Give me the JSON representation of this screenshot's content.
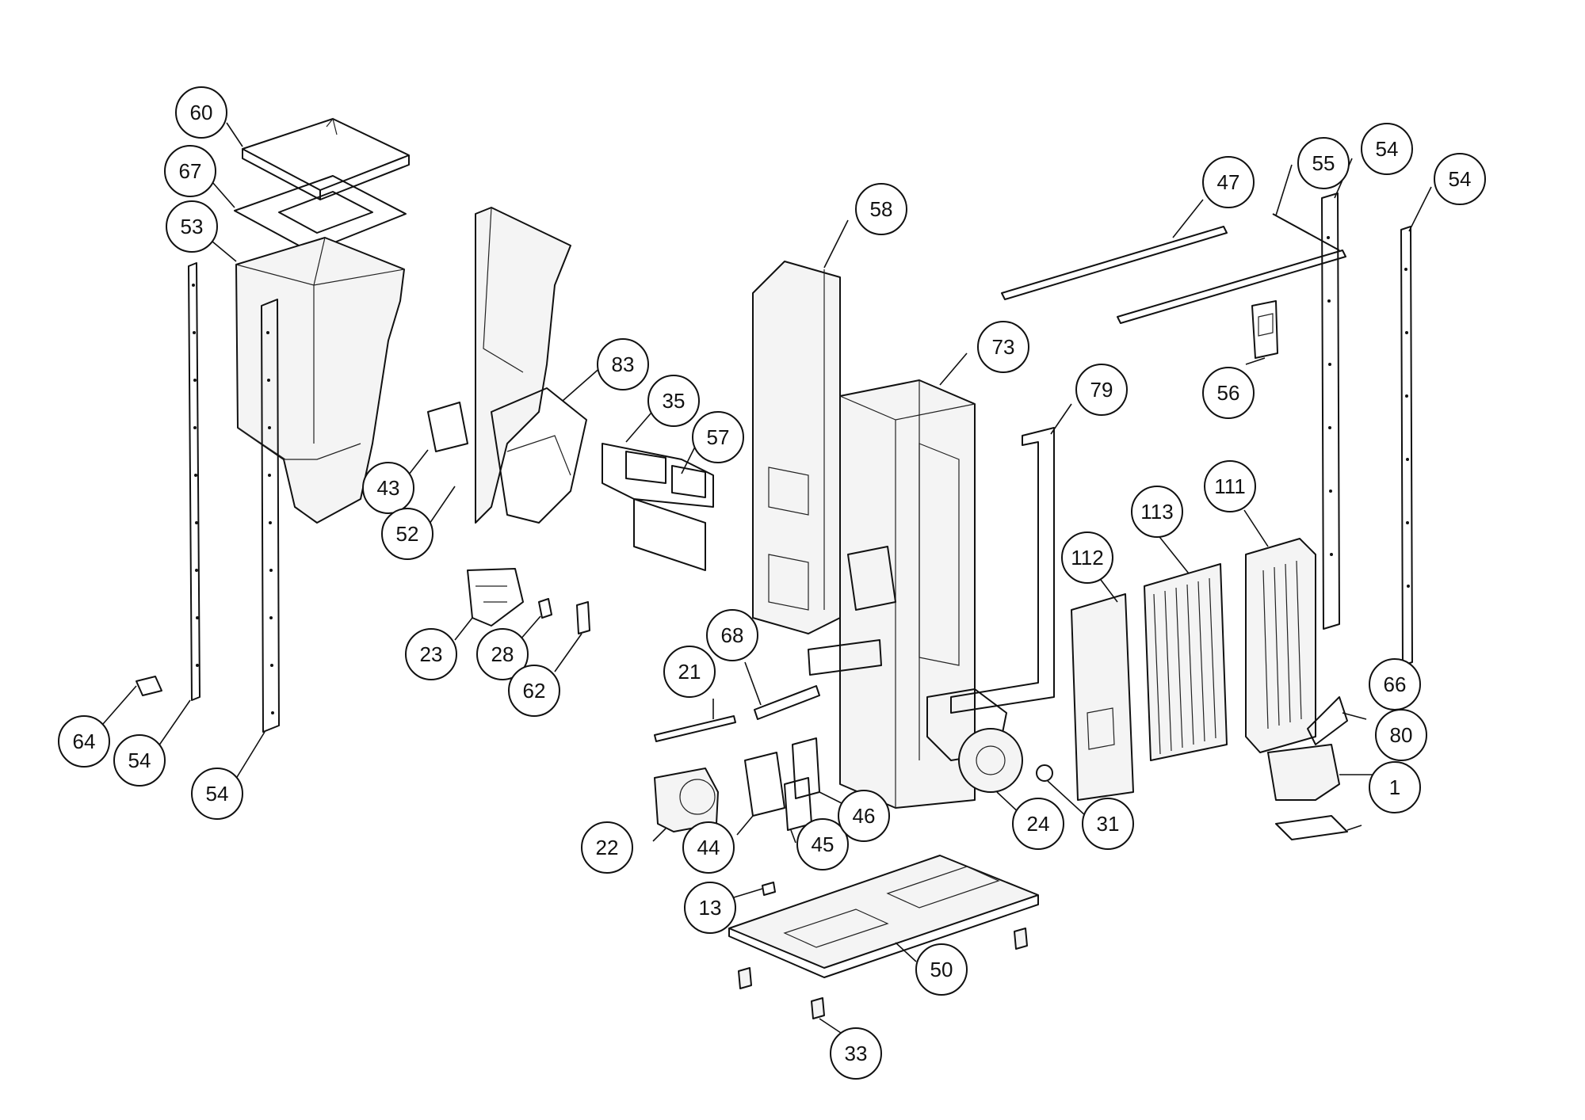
{
  "diagram": {
    "type": "exploded-parts-diagram",
    "callouts": [
      {
        "id": "c60",
        "label": "60"
      },
      {
        "id": "c67",
        "label": "67"
      },
      {
        "id": "c53",
        "label": "53"
      },
      {
        "id": "c43",
        "label": "43"
      },
      {
        "id": "c52",
        "label": "52"
      },
      {
        "id": "c83",
        "label": "83"
      },
      {
        "id": "c35",
        "label": "35"
      },
      {
        "id": "c57",
        "label": "57"
      },
      {
        "id": "c23",
        "label": "23"
      },
      {
        "id": "c28",
        "label": "28"
      },
      {
        "id": "c62",
        "label": "62"
      },
      {
        "id": "c64",
        "label": "64"
      },
      {
        "id": "c54a",
        "label": "54"
      },
      {
        "id": "c54b",
        "label": "54"
      },
      {
        "id": "c58",
        "label": "58"
      },
      {
        "id": "c73",
        "label": "73"
      },
      {
        "id": "c79",
        "label": "79"
      },
      {
        "id": "c47",
        "label": "47"
      },
      {
        "id": "c55",
        "label": "55"
      },
      {
        "id": "c54c",
        "label": "54"
      },
      {
        "id": "c54d",
        "label": "54"
      },
      {
        "id": "c56",
        "label": "56"
      },
      {
        "id": "c112",
        "label": "112"
      },
      {
        "id": "c113",
        "label": "113"
      },
      {
        "id": "c111",
        "label": "111"
      },
      {
        "id": "c66",
        "label": "66"
      },
      {
        "id": "c80",
        "label": "80"
      },
      {
        "id": "c1",
        "label": "1"
      },
      {
        "id": "c68",
        "label": "68"
      },
      {
        "id": "c21",
        "label": "21"
      },
      {
        "id": "c22",
        "label": "22"
      },
      {
        "id": "c44",
        "label": "44"
      },
      {
        "id": "c45",
        "label": "45"
      },
      {
        "id": "c46",
        "label": "46"
      },
      {
        "id": "c24",
        "label": "24"
      },
      {
        "id": "c31",
        "label": "31"
      },
      {
        "id": "c13",
        "label": "13"
      },
      {
        "id": "c50",
        "label": "50"
      },
      {
        "id": "c33",
        "label": "33"
      }
    ]
  }
}
